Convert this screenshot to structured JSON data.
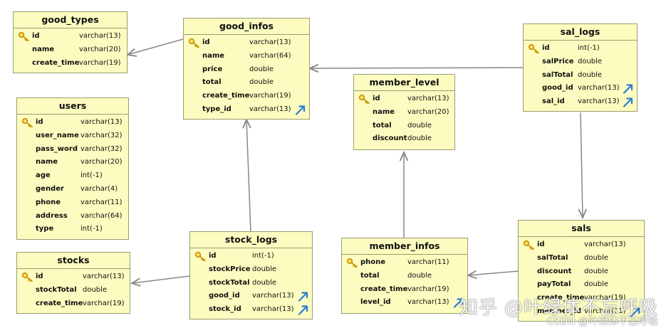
{
  "colors": {
    "table_bg": "#fcfcc0",
    "table_border": "#9c9c70",
    "connector": "#888888",
    "key_icon": "#e8b400",
    "fk_icon": "#2a7bd6"
  },
  "tables": [
    {
      "id": "good_types",
      "title": "good_types",
      "columns": [
        {
          "name": "id",
          "type": "varchar(13)",
          "pk": true
        },
        {
          "name": "name",
          "type": "varchar(20)"
        },
        {
          "name": "create_time",
          "type": "varchar(19)"
        }
      ]
    },
    {
      "id": "good_infos",
      "title": "good_infos",
      "columns": [
        {
          "name": "id",
          "type": "varchar(13)",
          "pk": true
        },
        {
          "name": "name",
          "type": "varchar(64)"
        },
        {
          "name": "price",
          "type": "double"
        },
        {
          "name": "total",
          "type": "double"
        },
        {
          "name": "create_time",
          "type": "varchar(19)"
        },
        {
          "name": "type_id",
          "type": "varchar(13)",
          "fk": true
        }
      ]
    },
    {
      "id": "sal_logs",
      "title": "sal_logs",
      "columns": [
        {
          "name": "id",
          "type": "int(-1)",
          "pk": true
        },
        {
          "name": "salPrice",
          "type": "double"
        },
        {
          "name": "salTotal",
          "type": "double"
        },
        {
          "name": "good_id",
          "type": "varchar(13)",
          "fk": true
        },
        {
          "name": "sal_id",
          "type": "varchar(13)",
          "fk": true
        }
      ]
    },
    {
      "id": "member_level",
      "title": "member_level",
      "columns": [
        {
          "name": "id",
          "type": "varchar(13)",
          "pk": true
        },
        {
          "name": "name",
          "type": "varchar(20)"
        },
        {
          "name": "total",
          "type": "double"
        },
        {
          "name": "discount",
          "type": "double"
        }
      ]
    },
    {
      "id": "users",
      "title": "users",
      "columns": [
        {
          "name": "id",
          "type": "varchar(13)",
          "pk": true
        },
        {
          "name": "user_name",
          "type": "varchar(32)"
        },
        {
          "name": "pass_word",
          "type": "varchar(32)"
        },
        {
          "name": "name",
          "type": "varchar(20)"
        },
        {
          "name": "age",
          "type": "int(-1)"
        },
        {
          "name": "gender",
          "type": "varchar(4)"
        },
        {
          "name": "phone",
          "type": "varchar(11)"
        },
        {
          "name": "address",
          "type": "varchar(64)"
        },
        {
          "name": "type",
          "type": "int(-1)"
        }
      ]
    },
    {
      "id": "stocks",
      "title": "stocks",
      "columns": [
        {
          "name": "id",
          "type": "varchar(13)",
          "pk": true
        },
        {
          "name": "stockTotal",
          "type": "double"
        },
        {
          "name": "create_time",
          "type": "varchar(19)"
        }
      ]
    },
    {
      "id": "stock_logs",
      "title": "stock_logs",
      "columns": [
        {
          "name": "id",
          "type": "int(-1)",
          "pk": true
        },
        {
          "name": "stockPrice",
          "type": "double"
        },
        {
          "name": "stockTotal",
          "type": "double"
        },
        {
          "name": "good_id",
          "type": "varchar(13)",
          "fk": true
        },
        {
          "name": "stock_id",
          "type": "varchar(13)",
          "fk": true
        }
      ]
    },
    {
      "id": "member_infos",
      "title": "member_infos",
      "columns": [
        {
          "name": "phone",
          "type": "varchar(11)",
          "pk": true
        },
        {
          "name": "total",
          "type": "double"
        },
        {
          "name": "create_time",
          "type": "varchar(19)"
        },
        {
          "name": "level_id",
          "type": "varchar(13)",
          "fk": true
        }
      ]
    },
    {
      "id": "sals",
      "title": "sals",
      "columns": [
        {
          "name": "id",
          "type": "varchar(13)",
          "pk": true
        },
        {
          "name": "salTotal",
          "type": "double"
        },
        {
          "name": "discount",
          "type": "double"
        },
        {
          "name": "payTotal",
          "type": "double"
        },
        {
          "name": "create_time",
          "type": "varchar(19)"
        },
        {
          "name": "member_id",
          "type": "varchar(11)",
          "fk": true
        }
      ]
    }
  ],
  "watermark": {
    "line1": "知乎 @叶绿体不忘呼吸",
    "line2": "CSDN @叶绿体不忘呼吸"
  }
}
